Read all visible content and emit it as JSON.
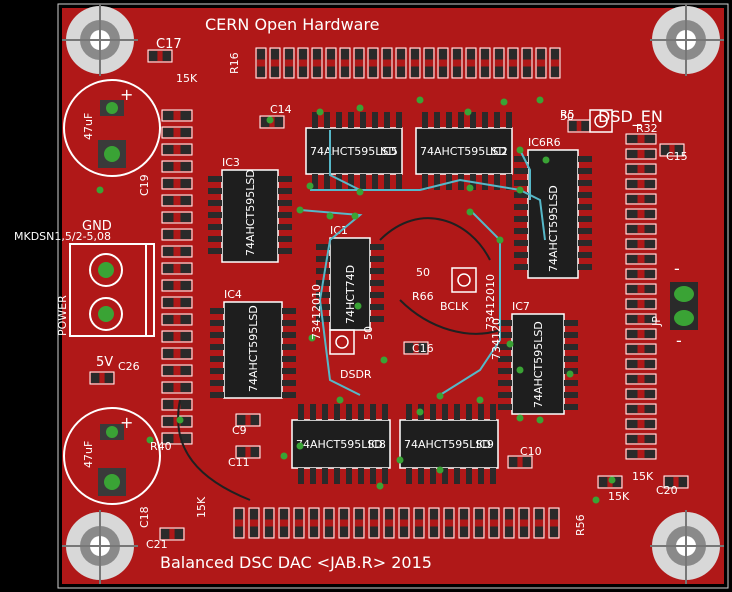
{
  "board": {
    "title_text": "CERN Open Hardware",
    "footer_text": "Balanced DSC DAC <JAB.R> 2015",
    "copper_color": "#b01818",
    "silk_color": "#ffffff",
    "via_color": "#3aa335"
  },
  "ics": [
    {
      "ref": "IC3",
      "part": "74AHCT595LSD"
    },
    {
      "ref": "IC4",
      "part": "74AHCT595LSD"
    },
    {
      "ref": "IC5",
      "part": "74AHCT595LSD"
    },
    {
      "ref": "IC2",
      "part": "74AHCT595LSD"
    },
    {
      "ref": "IC6",
      "part": "74AHCT595LSD"
    },
    {
      "ref": "IC7",
      "part": "74AHCT595LSD"
    },
    {
      "ref": "IC8",
      "part": "74AHCT595LSD"
    },
    {
      "ref": "IC9",
      "part": "74AHCT595LSD"
    },
    {
      "ref": "IC1",
      "part": "74HCT74D"
    }
  ],
  "labels": {
    "c17": "C17",
    "c14": "C14",
    "c15": "C15",
    "c16": "C16",
    "c18": "C18",
    "c19": "C19",
    "c20": "C20",
    "c21": "C21",
    "c26": "C26",
    "c9": "C9",
    "c10": "C10",
    "c11": "C11",
    "r16": "R16",
    "r40": "R40",
    "r56": "R56",
    "r6": "R6",
    "r32": "R32",
    "r5": "R5",
    "k15_a": "15K",
    "k15_b": "15K",
    "k15_c": "15K",
    "k15_d": "15K",
    "cap1": "47uF",
    "cap2": "47uF",
    "gnd": "GND",
    "mkds": "MKDSN1,5/2-5,08",
    "power": "POWER",
    "v5": "5V",
    "plus1": "+",
    "minus1": "-",
    "plus2": "+",
    "minus2": "-",
    "dsd_en": "DSD_EN",
    "dsdr": "DSDR",
    "bclk": "BCLK",
    "ohm50_a": "50",
    "ohm50_b": "50",
    "ohm50_c": "50",
    "jp": "JP",
    "num1": "73412010",
    "num2": "73412010",
    "num3": "734120",
    "r66": "R66"
  }
}
